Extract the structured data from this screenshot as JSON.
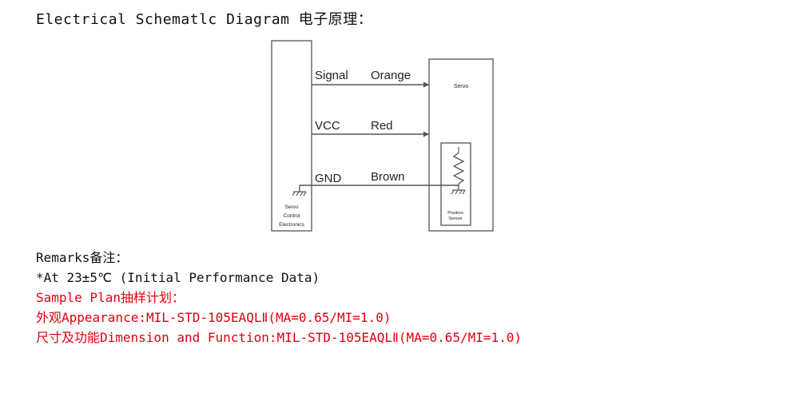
{
  "heading": "Electrical Schematlc Diagram 电子原理：",
  "diagram": {
    "wires": [
      {
        "name": "Signal",
        "color": "Orange"
      },
      {
        "name": "VCC",
        "color": "Red"
      },
      {
        "name": "GND",
        "color": "Brown"
      }
    ],
    "servo_label": "Servo",
    "controller_label": [
      "Servo",
      "Control",
      "Electronics"
    ],
    "sensor_label": [
      "Position",
      "Sensor"
    ]
  },
  "remarks": {
    "title": "Remarks备注：",
    "condition": "*At 23±5℃ (Initial Performance Data)",
    "sample_plan": "Sample Plan抽样计划：",
    "appearance": "外观Appearance:MIL-STD-105EAQLⅡ(MA=0.65/MI=1.0)",
    "dimension": "尺寸及功能Dimension and Function:MIL-STD-105EAQLⅡ(MA=0.65/MI=1.0)"
  },
  "colors": {
    "remark_accent": "#e0000f",
    "line": "#333333"
  }
}
